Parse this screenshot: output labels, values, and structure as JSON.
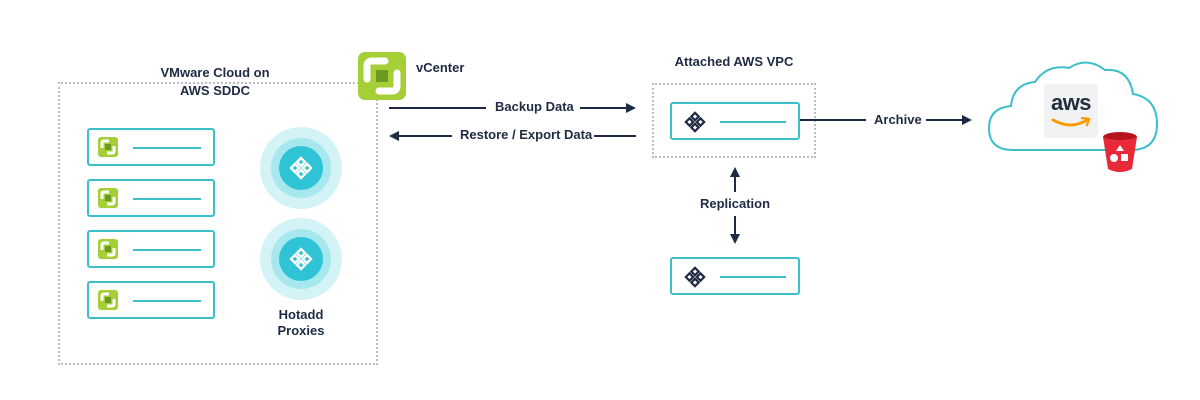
{
  "sddc": {
    "title_line1": "VMware Cloud on",
    "title_line2": "AWS SDDC",
    "vm_count": 4,
    "proxies_line1": "Hotadd",
    "proxies_line2": "Proxies"
  },
  "vcenter": {
    "label": "vCenter"
  },
  "flows": {
    "backup": "Backup Data",
    "restore": "Restore / Export Data",
    "archive": "Archive",
    "replication": "Replication"
  },
  "vpc": {
    "title": "Attached AWS VPC"
  },
  "cloud": {
    "logo_text": "aws"
  },
  "colors": {
    "teal": "#3bbfcb",
    "navy": "#1f2a44",
    "vmware_green": "#a5cf36",
    "vmware_green_dark": "#6a9a1f",
    "bucket_red": "#e8293a"
  }
}
